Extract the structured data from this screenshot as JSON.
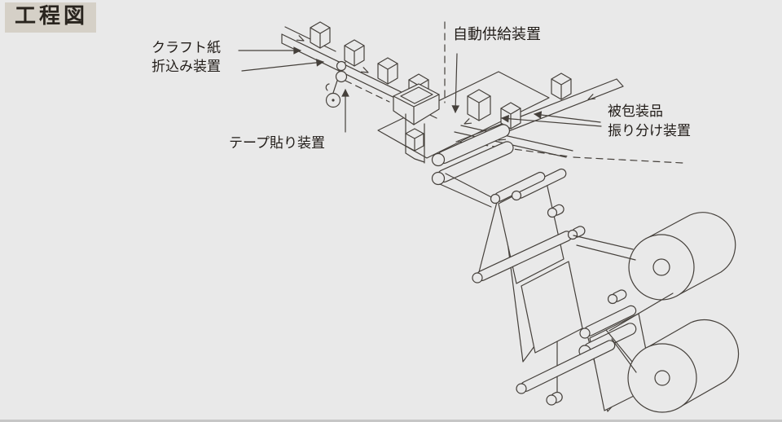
{
  "title": "工程図",
  "labels": {
    "kraft_folding": {
      "line1": "クラフト紙",
      "line2": "折込み装置"
    },
    "tape": {
      "text": "テープ貼り装置"
    },
    "auto_supply": {
      "text": "自動供給装置"
    },
    "sorting": {
      "line1": "被包装品",
      "line2": "振り分け装置"
    }
  },
  "diagram": {
    "type": "isometric-line-drawing",
    "components": [
      "kraft-paper-folding-unit",
      "tape-applicator-unit",
      "automatic-supply-unit",
      "product-sorting-conveyor",
      "drop-column-and-table",
      "web-station-upper",
      "web-station-lower",
      "paper-roll-upper",
      "paper-roll-lower"
    ]
  },
  "colors": {
    "background": "#e9e9e9",
    "title_bg": "#d5d0c7",
    "line": "#45403b",
    "text": "#211c18",
    "bottom_rule": "#c6c6c6"
  }
}
